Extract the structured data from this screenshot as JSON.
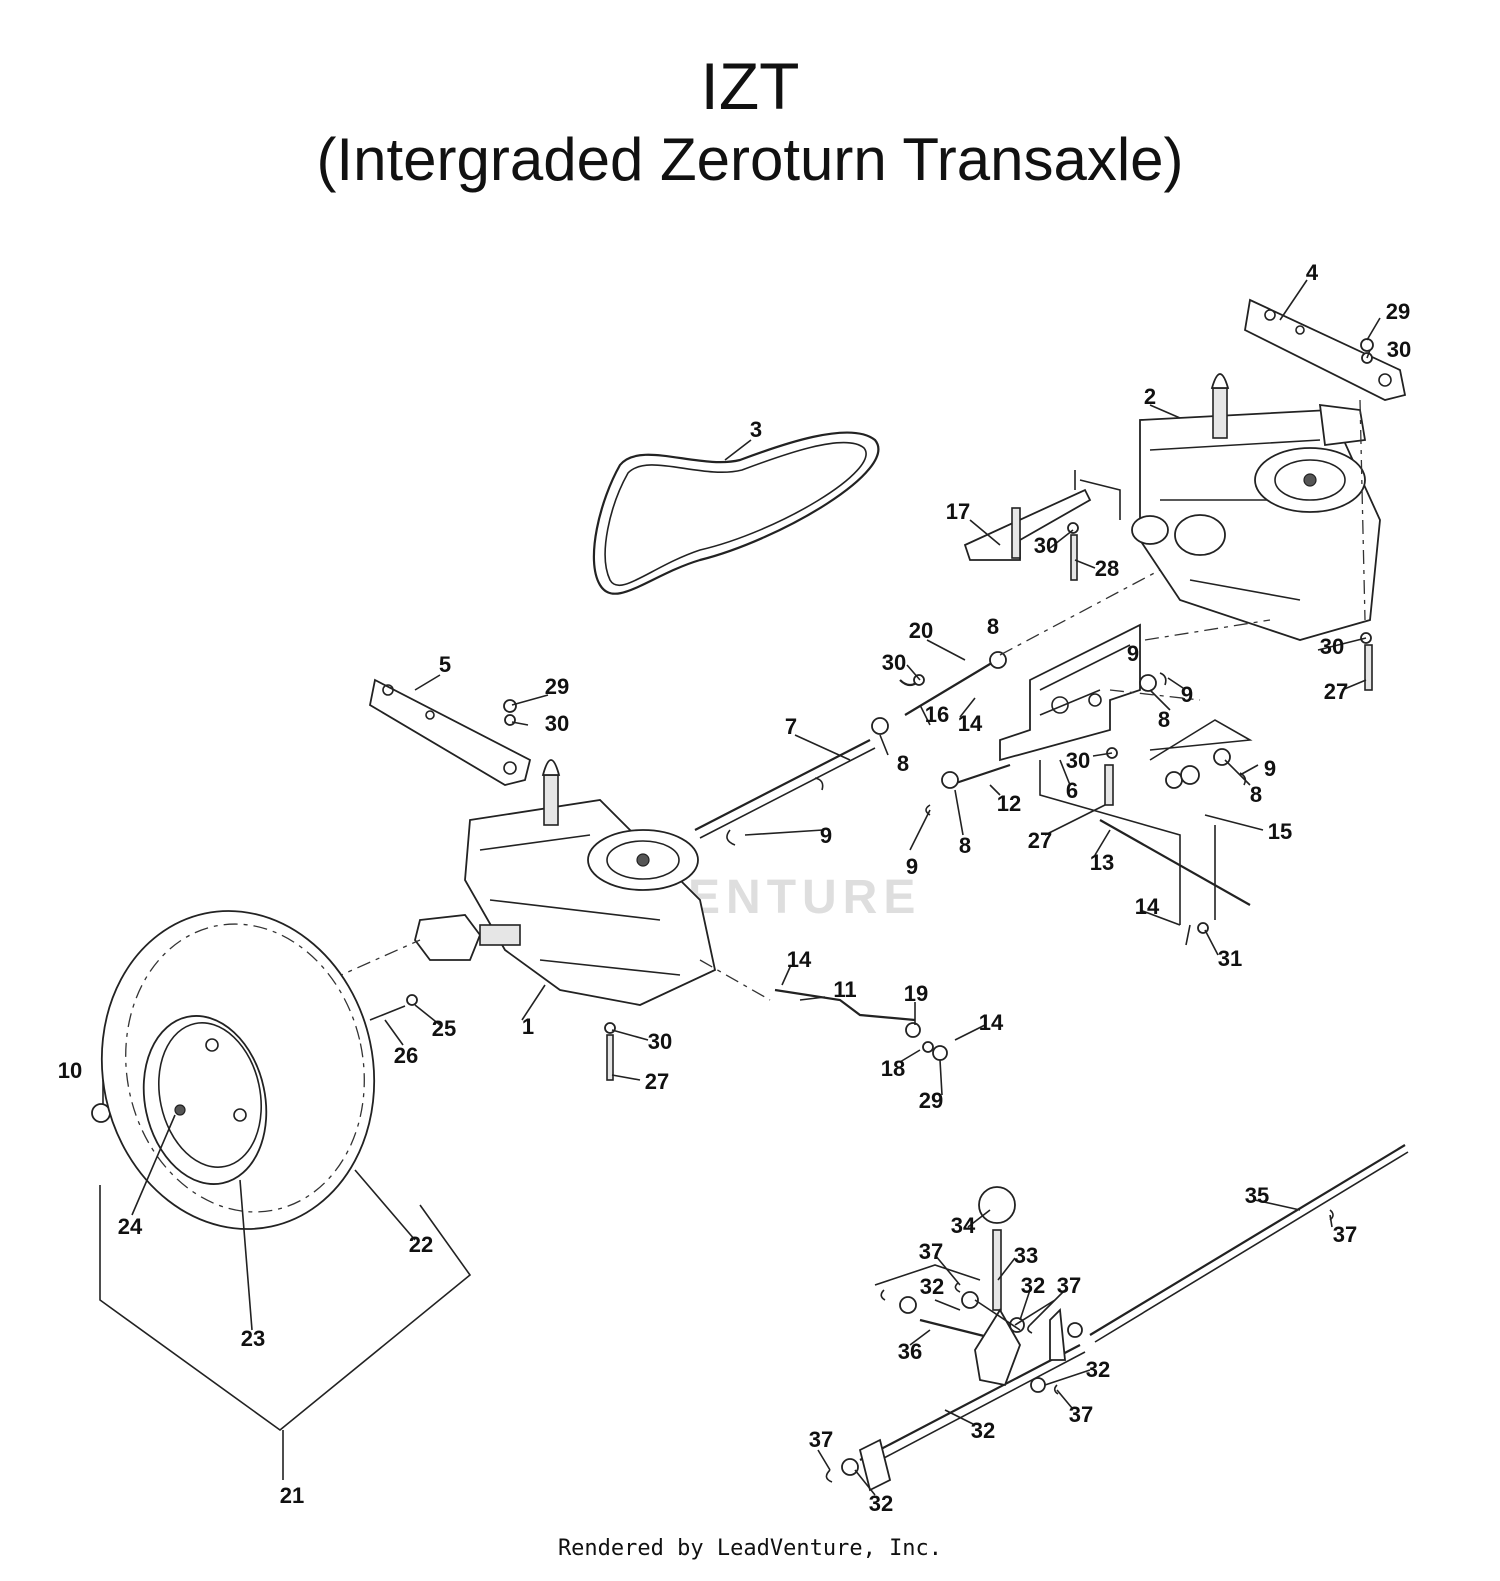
{
  "title": "IZT",
  "subtitle": "(Intergraded Zeroturn Transaxle)",
  "watermark": "VENTURE",
  "footer": "Rendered by LeadVenture, Inc.",
  "callouts": [
    "1",
    "2",
    "3",
    "4",
    "5",
    "6",
    "7",
    "8",
    "8",
    "8",
    "8",
    "8",
    "9",
    "9",
    "9",
    "9",
    "9",
    "10",
    "11",
    "12",
    "13",
    "14",
    "14",
    "14",
    "14",
    "15",
    "16",
    "17",
    "18",
    "19",
    "20",
    "21",
    "22",
    "23",
    "24",
    "25",
    "26",
    "27",
    "27",
    "27",
    "28",
    "29",
    "29",
    "29",
    "30",
    "30",
    "30",
    "30",
    "30",
    "30",
    "30",
    "31",
    "32",
    "32",
    "32",
    "32",
    "32",
    "33",
    "34",
    "35",
    "36",
    "37",
    "37",
    "37",
    "37",
    "37"
  ]
}
